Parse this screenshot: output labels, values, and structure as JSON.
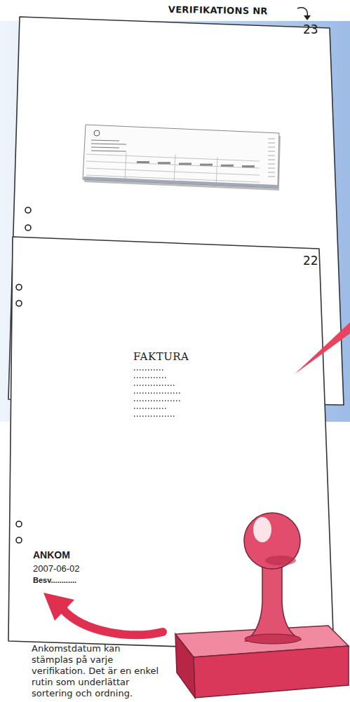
{
  "diagram": {
    "caption": "Ankomstdatum kan stämplas på varje verifikation. Det är en enkel rutin som underlättar sortering och ordning.",
    "nodes": [
      {
        "text": [
          "23"
        ]
      },
      {
        "text": [
          "22",
          "FAKTURA",
          "ANKOM",
          "2007-06-02",
          "Besv............"
        ]
      }
    ],
    "labels": [
      "VERIFIKATIONS NR"
    ]
  }
}
